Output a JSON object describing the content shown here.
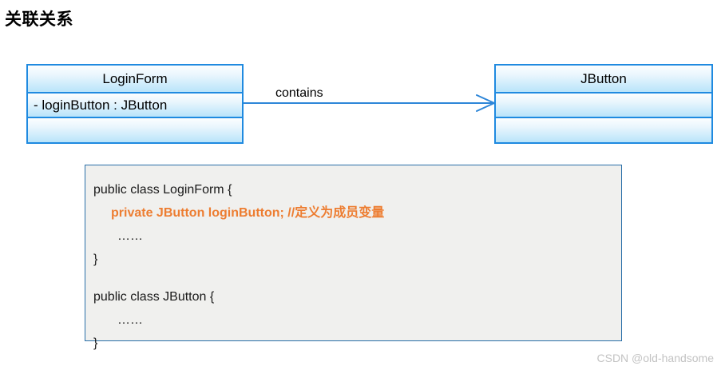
{
  "page": {
    "title": "关联关系",
    "watermark": "CSDN @old-handsome"
  },
  "colors": {
    "class_border": "#1f8ae0",
    "class_fill_top": "#fcfeff",
    "class_fill_bottom": "#b9e4fa",
    "arrow": "#2e86d8",
    "code_background": "#f0f0ee",
    "code_border": "#2a6fa8",
    "code_text": "#1a1a1a",
    "highlight_text": "#ED7D31",
    "title_text": "#000000",
    "watermark_text": "#c3c3c3"
  },
  "diagram": {
    "type": "uml-class-diagram",
    "classes": [
      {
        "id": "loginform",
        "name": "LoginForm",
        "attributes": [
          "- loginButton  : JButton"
        ],
        "operations": []
      },
      {
        "id": "jbutton",
        "name": "JButton",
        "attributes": [],
        "operations": []
      }
    ],
    "relationships": [
      {
        "kind": "association",
        "label": "contains",
        "from": "LoginForm",
        "to": "JButton",
        "arrow": "open-arrowhead",
        "direction": "right"
      }
    ]
  },
  "code": {
    "lines": [
      {
        "text": "public class LoginForm {",
        "indent": 0,
        "highlight": false
      },
      {
        "text": "private JButton loginButton; //定义为成员变量",
        "indent": 1,
        "highlight": true
      },
      {
        "text": "……",
        "indent": 2,
        "highlight": false
      },
      {
        "text": "}",
        "indent": 0,
        "highlight": false
      },
      {
        "text": "",
        "indent": 0,
        "highlight": false
      },
      {
        "text": "public class JButton {",
        "indent": 0,
        "highlight": false
      },
      {
        "text": "……",
        "indent": 2,
        "highlight": false
      },
      {
        "text": "}",
        "indent": 0,
        "highlight": false
      }
    ]
  }
}
